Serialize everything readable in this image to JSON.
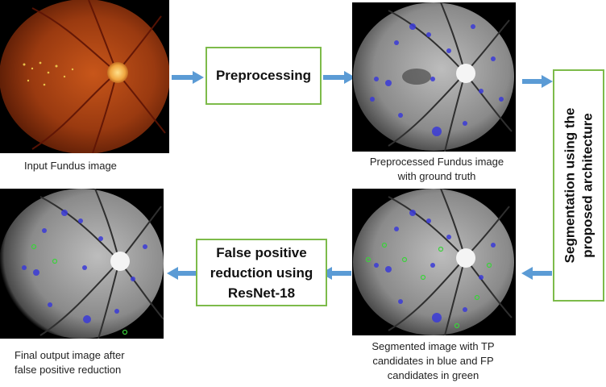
{
  "steps": {
    "preprocessing": "Preprocessing",
    "segmentation_line1": "Segmentation using the",
    "segmentation_line2": "proposed architecture",
    "fp_line1": "False positive",
    "fp_line2": "reduction using",
    "fp_line3": "ResNet-18"
  },
  "captions": {
    "input": "Input Fundus image",
    "preprocessed_line1": "Preprocessed Fundus image",
    "preprocessed_line2": "with ground truth",
    "segmented_line1": "Segmented  image with TP",
    "segmented_line2": "candidates in blue and FP",
    "segmented_line3": "candidates in green",
    "final_line1": "Final output image after",
    "final_line2": "false positive reduction"
  },
  "colors": {
    "box_border": "#7dbb4a",
    "arrow": "#5b9bd5",
    "tp_marker": "#3a3ad8",
    "fp_marker": "#3bd23b"
  }
}
